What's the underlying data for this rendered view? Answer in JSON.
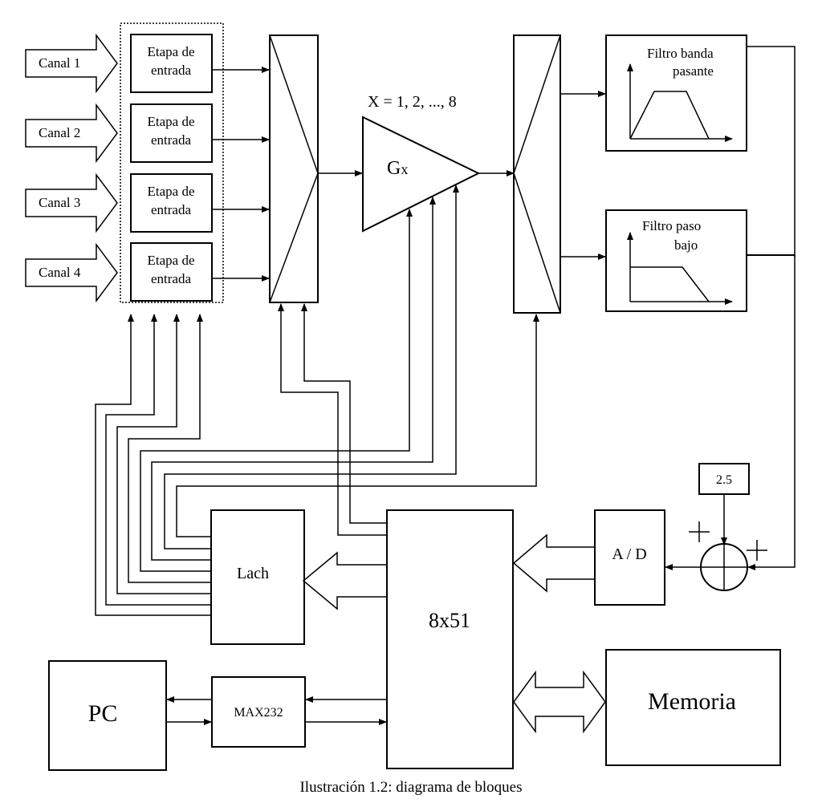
{
  "channels": [
    "Canal 1",
    "Canal 2",
    "Canal 3",
    "Canal 4"
  ],
  "input_stage": [
    "Etapa de",
    "entrada"
  ],
  "gain_range": "X = 1, 2, ..., 8",
  "amplifier": {
    "main": "G",
    "sub": "x"
  },
  "filter_bandpass": [
    "Filtro banda",
    "pasante"
  ],
  "filter_lowpass": [
    "Filtro paso",
    "bajo"
  ],
  "reference": "2.5",
  "adc": "A / D",
  "latch": "Lach",
  "mcu": "8x51",
  "pc": "PC",
  "serial": "MAX232",
  "memory": "Memoria",
  "caption": "Ilustración 1.2: diagrama de bloques"
}
